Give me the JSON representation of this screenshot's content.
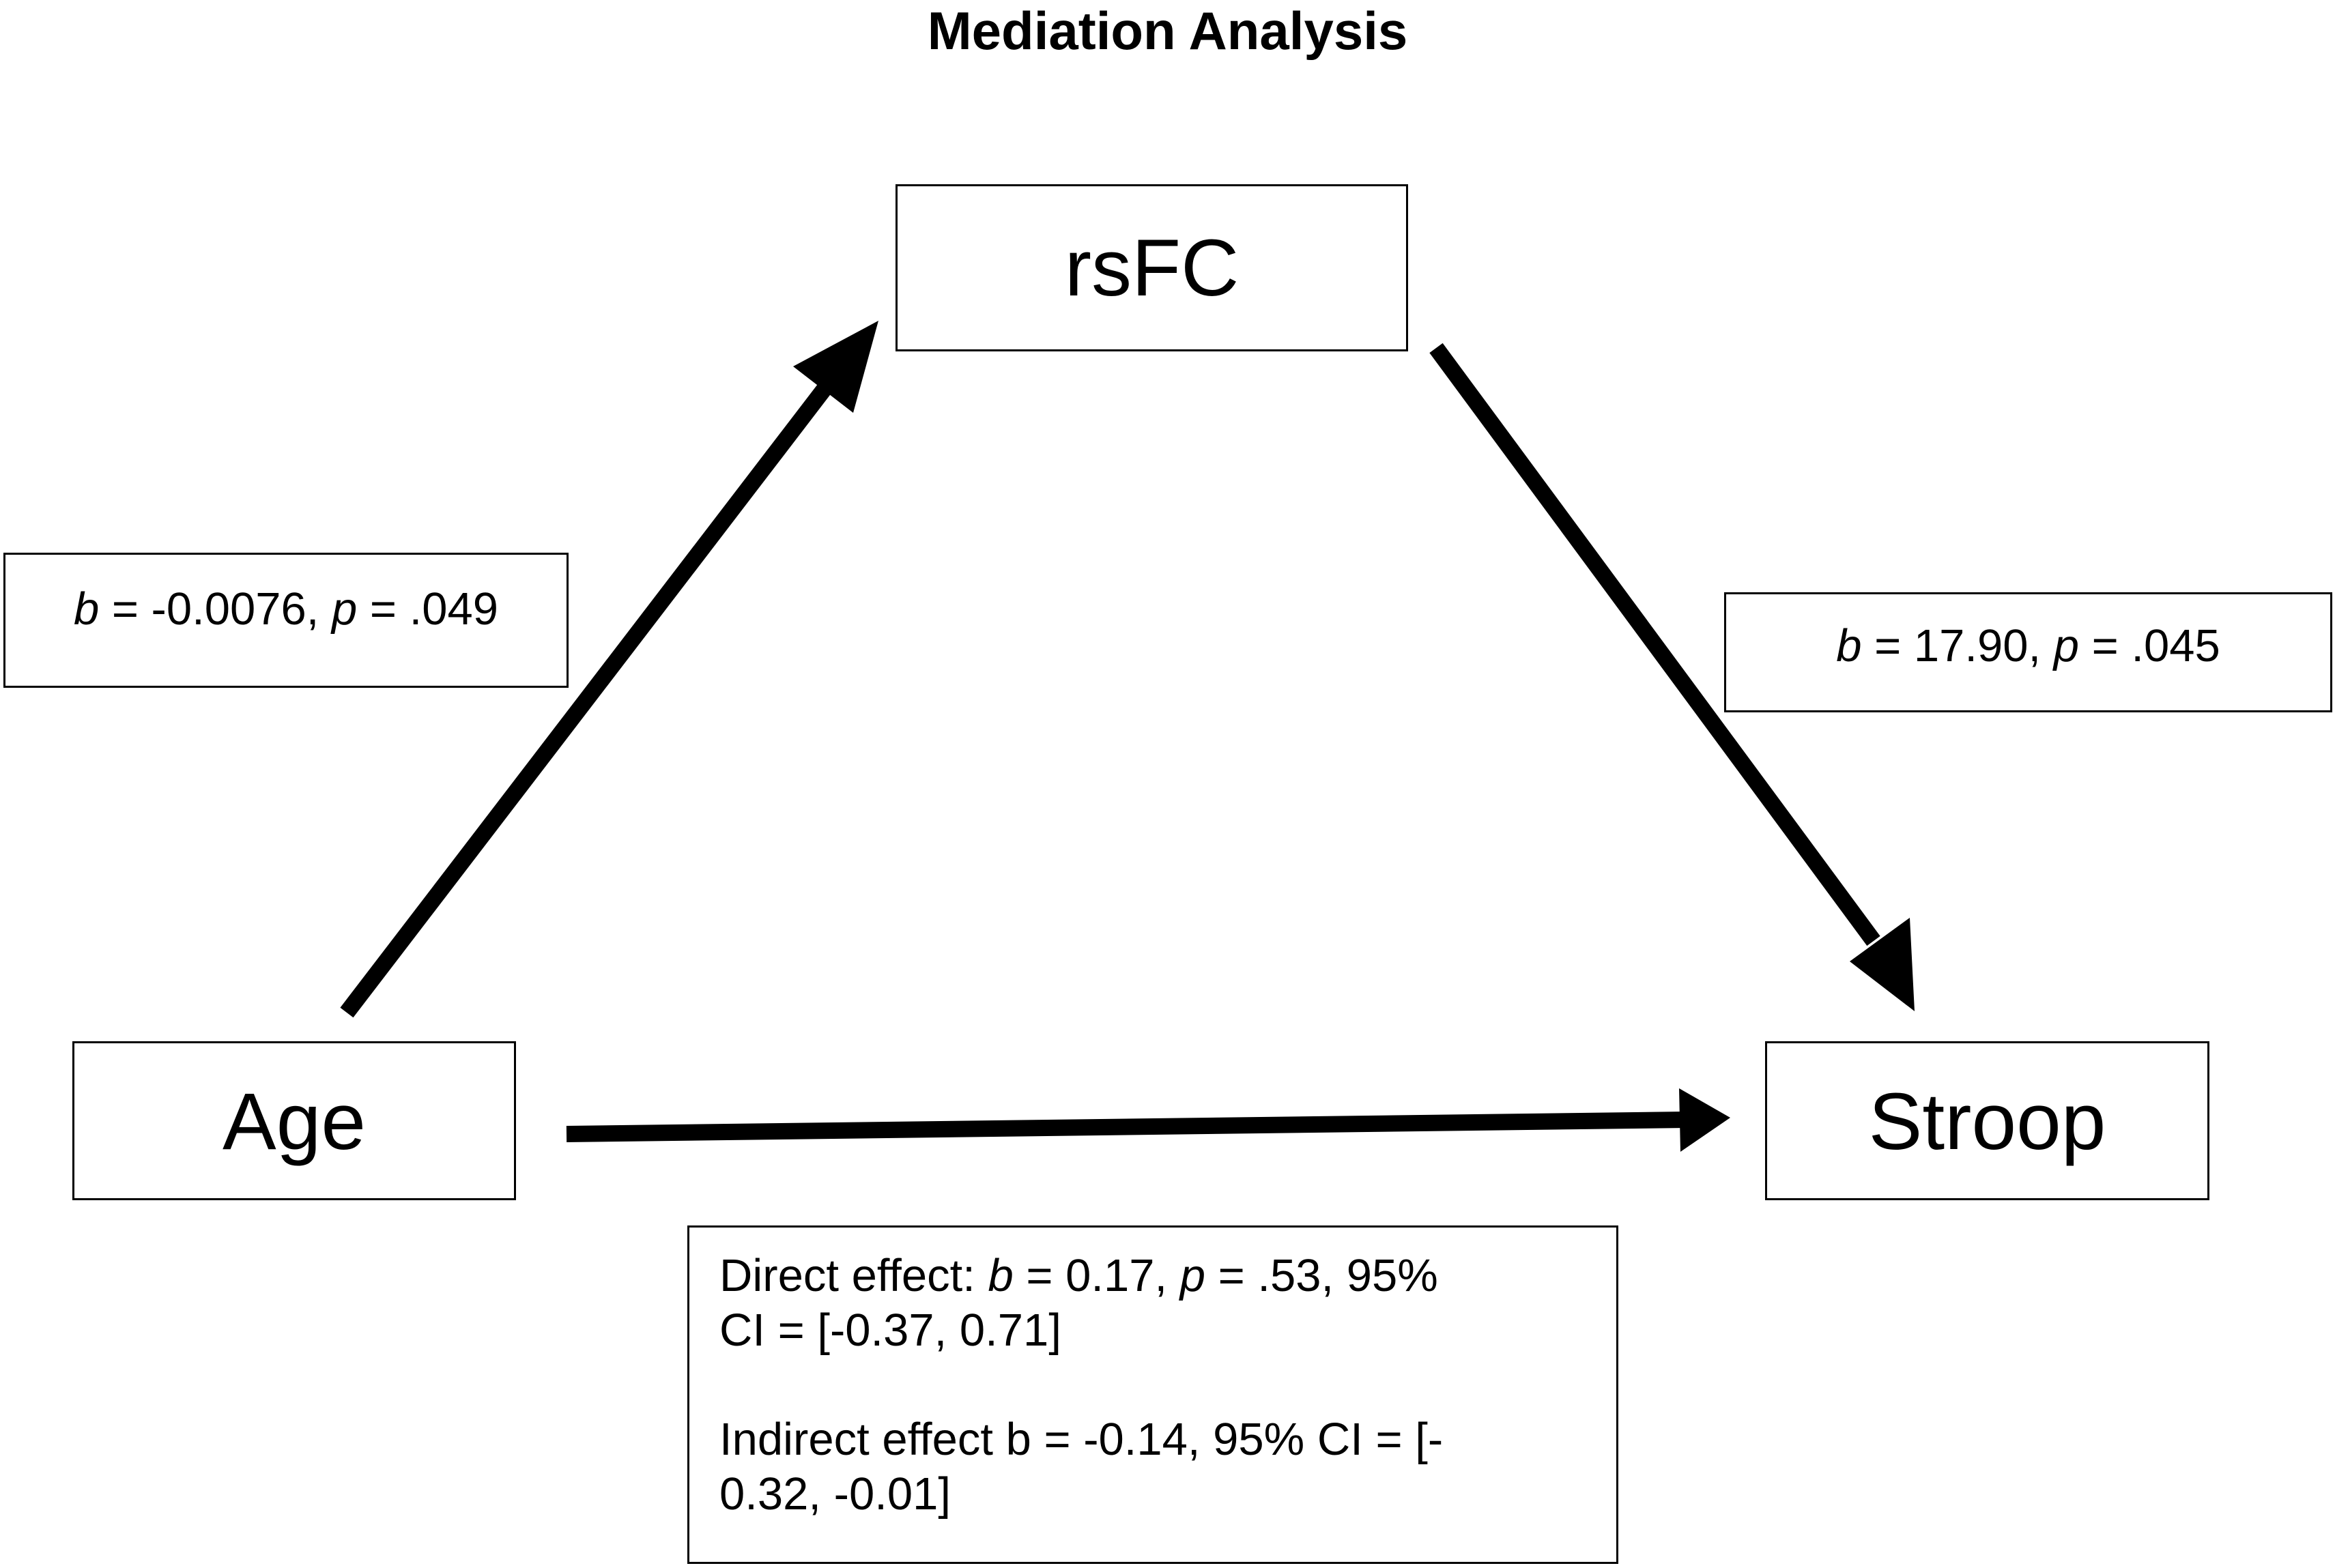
{
  "title": "Mediation Analysis",
  "nodes": {
    "mediator": "rsFC",
    "predictor": "Age",
    "outcome": "Stroop"
  },
  "paths": {
    "a": {
      "b_label": "b",
      "b_value": " = -0.0076, ",
      "p_label": "p",
      "p_value": " = .049"
    },
    "b": {
      "b_label": "b",
      "b_value": " = 17.90, ",
      "p_label": "p",
      "p_value": " = .045"
    }
  },
  "effects": {
    "direct_prefix": "Direct effect: ",
    "direct_b_label": "b",
    "direct_b_value": " = 0.17,  ",
    "direct_p_label": "p",
    "direct_p_value": " = .53, 95%",
    "direct_ci": "CI = [-0.37, 0.71]",
    "indirect_line1": "Indirect effect b = -0.14, 95% CI = [-",
    "indirect_line2": "0.32, -0.01]"
  },
  "colors": {
    "line": "#000000",
    "background": "#ffffff"
  }
}
